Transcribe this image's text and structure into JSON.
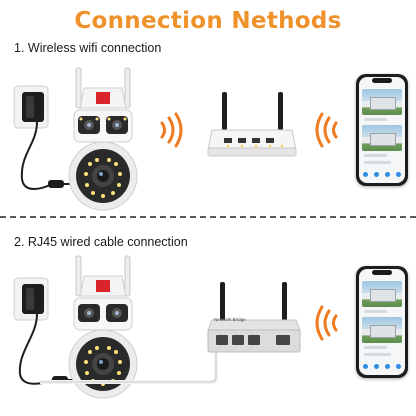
{
  "title": "Connection Nethods",
  "sections": [
    {
      "label": "1. Wireless wifi connection"
    },
    {
      "label": "2. RJ45 wired cable connection"
    }
  ],
  "switch_label": "NetWork Bridge",
  "colors": {
    "title": "#f0922b",
    "signal": "#f07a1f",
    "divider": "#5a5a5a"
  },
  "icons": [
    "power-adapter-icon",
    "security-camera-icon",
    "wifi-signal-icon",
    "router-icon",
    "network-switch-icon",
    "smartphone-icon"
  ]
}
